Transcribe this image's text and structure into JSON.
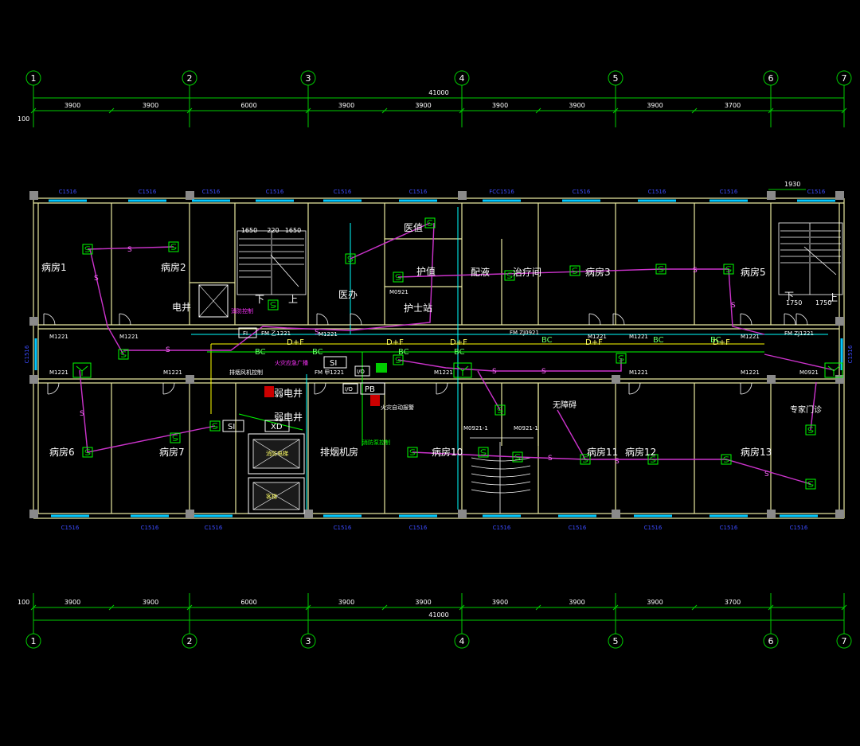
{
  "drawing": {
    "axes": [
      "1",
      "2",
      "3",
      "4",
      "5",
      "6",
      "7"
    ],
    "overall_dim": "41000",
    "offset_dim": "100",
    "bay_dims": [
      "3900",
      "3900",
      "6000",
      "3900",
      "3900",
      "3900",
      "3900",
      "3900",
      "3700"
    ],
    "stair_dims_left": [
      "1650",
      "220",
      "1650"
    ],
    "stair_dim_right": "1930",
    "stair_landing_dims": [
      "1750",
      "1750"
    ],
    "windows_top": [
      "C1516",
      "C1516",
      "C1516",
      "C1516",
      "C1516",
      "C1516",
      "FCC1516",
      "C1516",
      "C1516",
      "C1516",
      "C1516"
    ],
    "windows_bottom": [
      "C1516",
      "C1516",
      "C1516",
      "C1516",
      "C1516",
      "C1516",
      "C1516",
      "C1516",
      "C1516",
      "C1516",
      "C1516"
    ],
    "window_side": "C1516",
    "rooms": {
      "ward1": "病房1",
      "ward2": "病房2",
      "ward3": "病房3",
      "ward5": "病房5",
      "ward6": "病房6",
      "ward7": "病房7",
      "ward10": "病房10",
      "ward11": "病房11",
      "ward12": "病房12",
      "ward13": "病房13",
      "doctor_duty": "医值",
      "doctor_office": "医办",
      "nurse_duty": "护值",
      "dispensing": "配液",
      "treatment": "治疗间",
      "nurse_station": "护士站",
      "elec_shaft_top": "电井",
      "elec_shaft": "弱电井",
      "smoke_room": "排烟机房",
      "barrier_free": "无障碍",
      "specialist": "专家门诊",
      "up": "上",
      "down": "下"
    },
    "doors": {
      "m0921": "M0921",
      "m1221": "M1221",
      "m0921_1": "M0921-1",
      "fm_zj0921": "FM ZJ0921",
      "fm_zj1221": "FM ZJ1221",
      "fm_b1221": "FM 甲1221",
      "fm_z1221": "FM 乙1221"
    },
    "wire_labels": {
      "dplusf": "D+F",
      "bc": "BC",
      "s": "S"
    },
    "equipment": {
      "si": "SI",
      "xd": "XD",
      "pb": "PB",
      "fi": "FI",
      "io": "I/O"
    },
    "magenta_notes": {
      "fire_ctrl": "消防控制",
      "emerg_broadcast": "火灾应急广播",
      "smoke_valve": "排烟风机控制",
      "fire_alarm": "火灾自动报警",
      "fire_pump": "消防泵控制",
      "elevator_a": "消防电梯",
      "elevator_b": "客梯"
    }
  }
}
